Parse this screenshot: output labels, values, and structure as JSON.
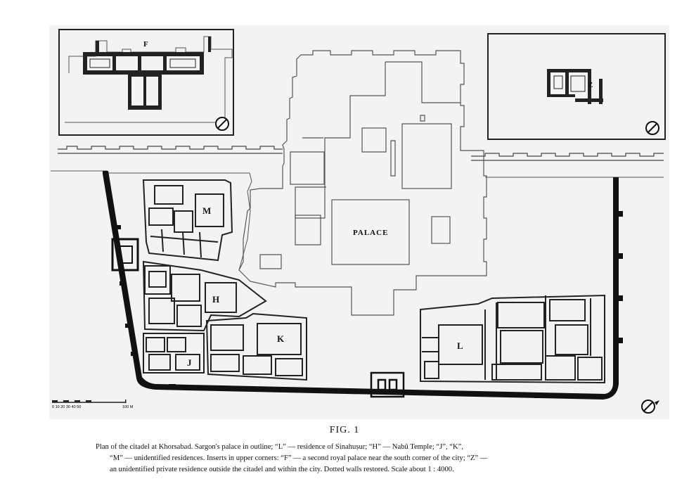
{
  "plan": {
    "labels": {
      "F": "F",
      "Z": "Z",
      "M": "M",
      "H": "H",
      "K": "K",
      "J": "J",
      "L": "L",
      "palace": "PALACE"
    },
    "scale_bar": {
      "ticks": "0  10  20  30  40  50",
      "end": "100 M"
    },
    "north_icon": "north-arrow-icon"
  },
  "figure": {
    "title": "FIG. 1",
    "caption_lines": [
      "Plan of the citadel at Khorsabad. Sargon's palace in outline; “L” — residence of Sinahuṣur; “H” — Nabû Temple; “J”, “K”,",
      "“M” — unidentified residences. Inserts in upper corners: “F” — a second royal palace near the south corner of the city; “Z” —",
      "an unidentified private residence outside the citadel and within the city. Dotted walls restored. Scale about 1 : 4000."
    ]
  }
}
